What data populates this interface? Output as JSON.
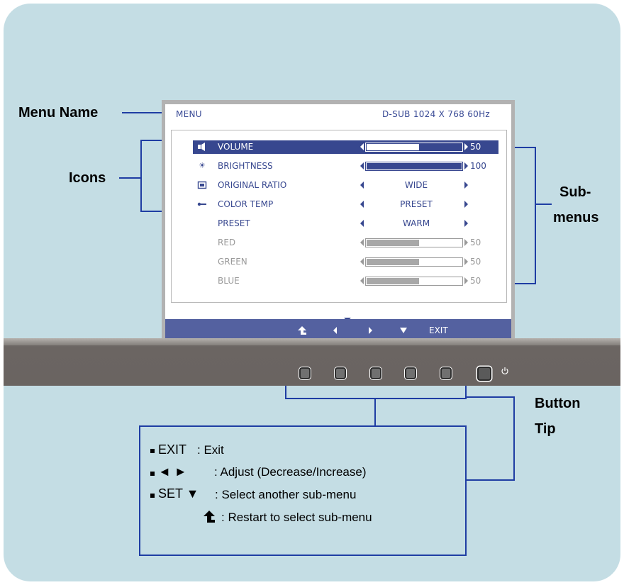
{
  "callouts": {
    "menu_name": "Menu Name",
    "icons": "Icons",
    "submenus_1": "Sub-",
    "submenus_2": "menus",
    "button_tip_1": "Button",
    "button_tip_2": "Tip"
  },
  "osd": {
    "title": "MENU",
    "input_info": "D-SUB 1024 X 768 60Hz",
    "items": [
      {
        "label": "VOLUME",
        "icon": "speaker-icon",
        "value": "50",
        "level": 0.55,
        "state": "selected"
      },
      {
        "label": "BRIGHTNESS",
        "icon": "sun-icon",
        "value": "100",
        "level": 1.0,
        "state": "normal"
      },
      {
        "label": "ORIGINAL RATIO",
        "icon": "aspect-ratio-icon",
        "option": "WIDE",
        "state": "normal"
      },
      {
        "label": "COLOR TEMP",
        "icon": "color-temp-icon",
        "option": "PRESET",
        "state": "normal"
      },
      {
        "label": "PRESET",
        "option": "WARM",
        "state": "normal"
      },
      {
        "label": "RED",
        "value": "50",
        "level": 0.55,
        "state": "disabled"
      },
      {
        "label": "GREEN",
        "value": "50",
        "level": 0.55,
        "state": "disabled"
      },
      {
        "label": "BLUE",
        "value": "50",
        "level": 0.55,
        "state": "disabled"
      }
    ],
    "button_tips": {
      "up": "up-return-arrow-icon",
      "left": "left-arrow-icon",
      "right": "right-arrow-icon",
      "down": "down-arrow-icon",
      "exit": "EXIT"
    }
  },
  "legend": {
    "exit_key": "EXIT",
    "exit_desc": ": Exit",
    "adjust_key": "◄ ►",
    "adjust_desc": ": Adjust (Decrease/Increase)",
    "set_key": "SET ▼",
    "set_desc": ": Select another sub-menu",
    "restart_desc": ": Restart to select sub-menu"
  },
  "colors": {
    "background": "#c4dde4",
    "osd_accent": "#37478f",
    "callout_line": "#1f3da3",
    "bezel": "#6b6562"
  }
}
